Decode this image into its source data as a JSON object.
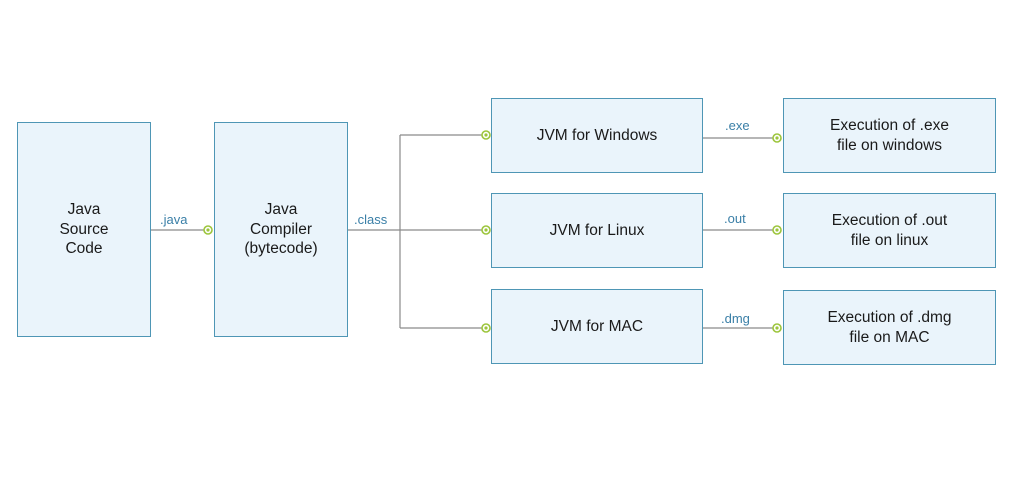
{
  "colors": {
    "box_fill": "#eaf4fb",
    "box_border": "#4e96b5",
    "line": "#8a8a8a",
    "connector": "#9cc53b",
    "label": "#3a7fa7"
  },
  "nodes": {
    "source": [
      "Java",
      "Source",
      "Code"
    ],
    "compiler": [
      "Java",
      "Compiler",
      "(bytecode)"
    ],
    "jvm_windows": "JVM for Windows",
    "jvm_linux": "JVM for Linux",
    "jvm_mac": "JVM for MAC",
    "exec_windows": [
      "Execution of .exe",
      "file on windows"
    ],
    "exec_linux": [
      "Execution of .out",
      "file on linux"
    ],
    "exec_mac": [
      "Execution of .dmg",
      "file on MAC"
    ]
  },
  "edges": {
    "java": ".java",
    "class": ".class",
    "exe": ".exe",
    "out": ".out",
    "dmg": ".dmg"
  }
}
